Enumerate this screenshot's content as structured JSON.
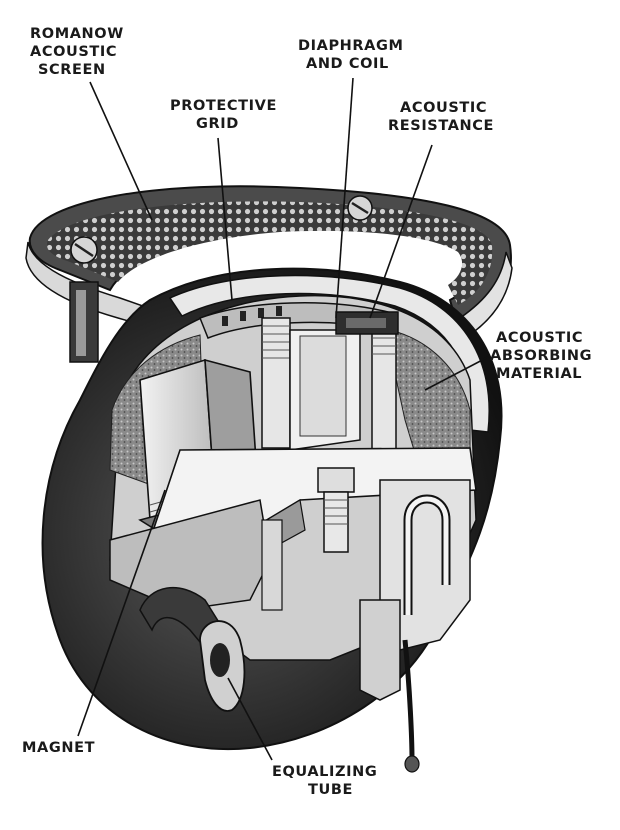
{
  "labels": {
    "romanow_screen": [
      "ROMANOW",
      "ACOUSTIC",
      "SCREEN"
    ],
    "diaphragm_coil": [
      "DIAPHRAGM",
      "AND COIL"
    ],
    "protective_grid": [
      "PROTECTIVE",
      "GRID"
    ],
    "acoustic_resistance": [
      "ACOUSTIC",
      "RESISTANCE"
    ],
    "acoustic_absorbing": [
      "ACOUSTIC",
      "ABSORBING",
      "MATERIAL"
    ],
    "magnet": [
      "MAGNET"
    ],
    "equalizing_tube": [
      "EQUALIZING",
      "TUBE"
    ]
  },
  "colors": {
    "ink": "#111111",
    "shell_dark": "#2b2b2b",
    "shell_mid": "#6e6e6e",
    "metal_light": "#e4e4e4",
    "metal_grey": "#b9b9b9",
    "fibre": "#8f8f8f"
  }
}
